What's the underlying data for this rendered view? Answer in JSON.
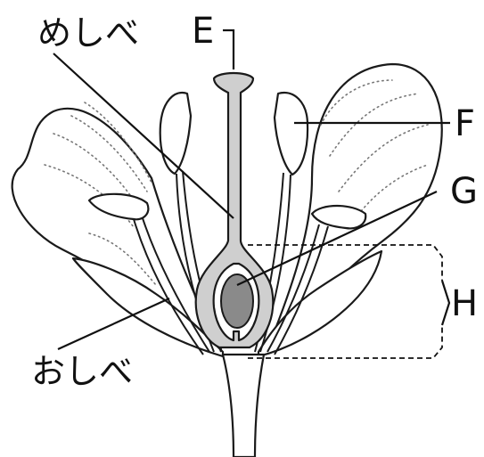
{
  "labels": {
    "pistil": "めしべ",
    "stamen": "おしべ",
    "E": "E",
    "F": "F",
    "G": "G",
    "H": "H"
  },
  "colors": {
    "pistil_fill": "#cfcfcf",
    "ovule_fill": "#8a8a8a",
    "line": "#1a1a1a"
  }
}
